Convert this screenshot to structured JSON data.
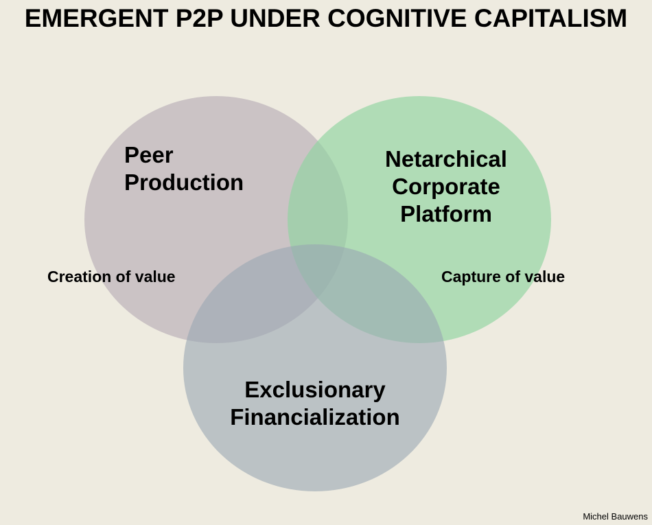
{
  "title": "EMERGENT P2P UNDER COGNITIVE CAPITALISM",
  "circles": {
    "peer": {
      "label": "Peer\nProduction",
      "color": "#b8adb7"
    },
    "netarchical": {
      "label": "Netarchical\nCorporate\nPlatform",
      "color": "#8fd4a0"
    },
    "financial": {
      "label": "Exclusionary\nFinancialization",
      "color": "#9aa7b2"
    }
  },
  "side_labels": {
    "left": "Creation of value",
    "right": "Capture of value"
  },
  "author": "Michel Bauwens"
}
